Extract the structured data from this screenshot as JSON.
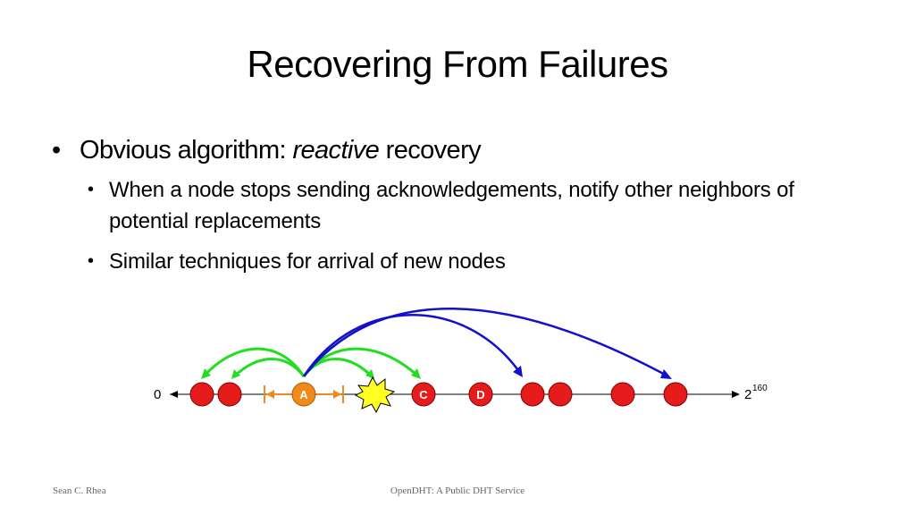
{
  "slide": {
    "title": "Recovering From Failures",
    "bullet1": {
      "bullet": "•",
      "prefix": "Obvious algorithm: ",
      "emphasis": "reactive",
      "suffix": " recovery"
    },
    "sub_bullets": [
      "When a node stops sending acknowledgements, notify other neighbors of potential replacements",
      "Similar techniques for arrival of new nodes"
    ],
    "sub_bullet_marker": "•"
  },
  "diagram": {
    "left_label": "0",
    "right_label_base": "2",
    "right_label_exp": "160",
    "nodes": {
      "a": "A",
      "c": "C",
      "d": "D"
    },
    "colors": {
      "node_red": "#e61b1b",
      "node_orange": "#f28a1b",
      "green_arrow": "#22dd22",
      "blue_arrow": "#1111cc",
      "burst_yellow": "#ffff22",
      "range_orange": "#f28a1b"
    }
  },
  "footer": {
    "author": "Sean C. Rhea",
    "talk": "OpenDHT: A Public DHT Service"
  }
}
